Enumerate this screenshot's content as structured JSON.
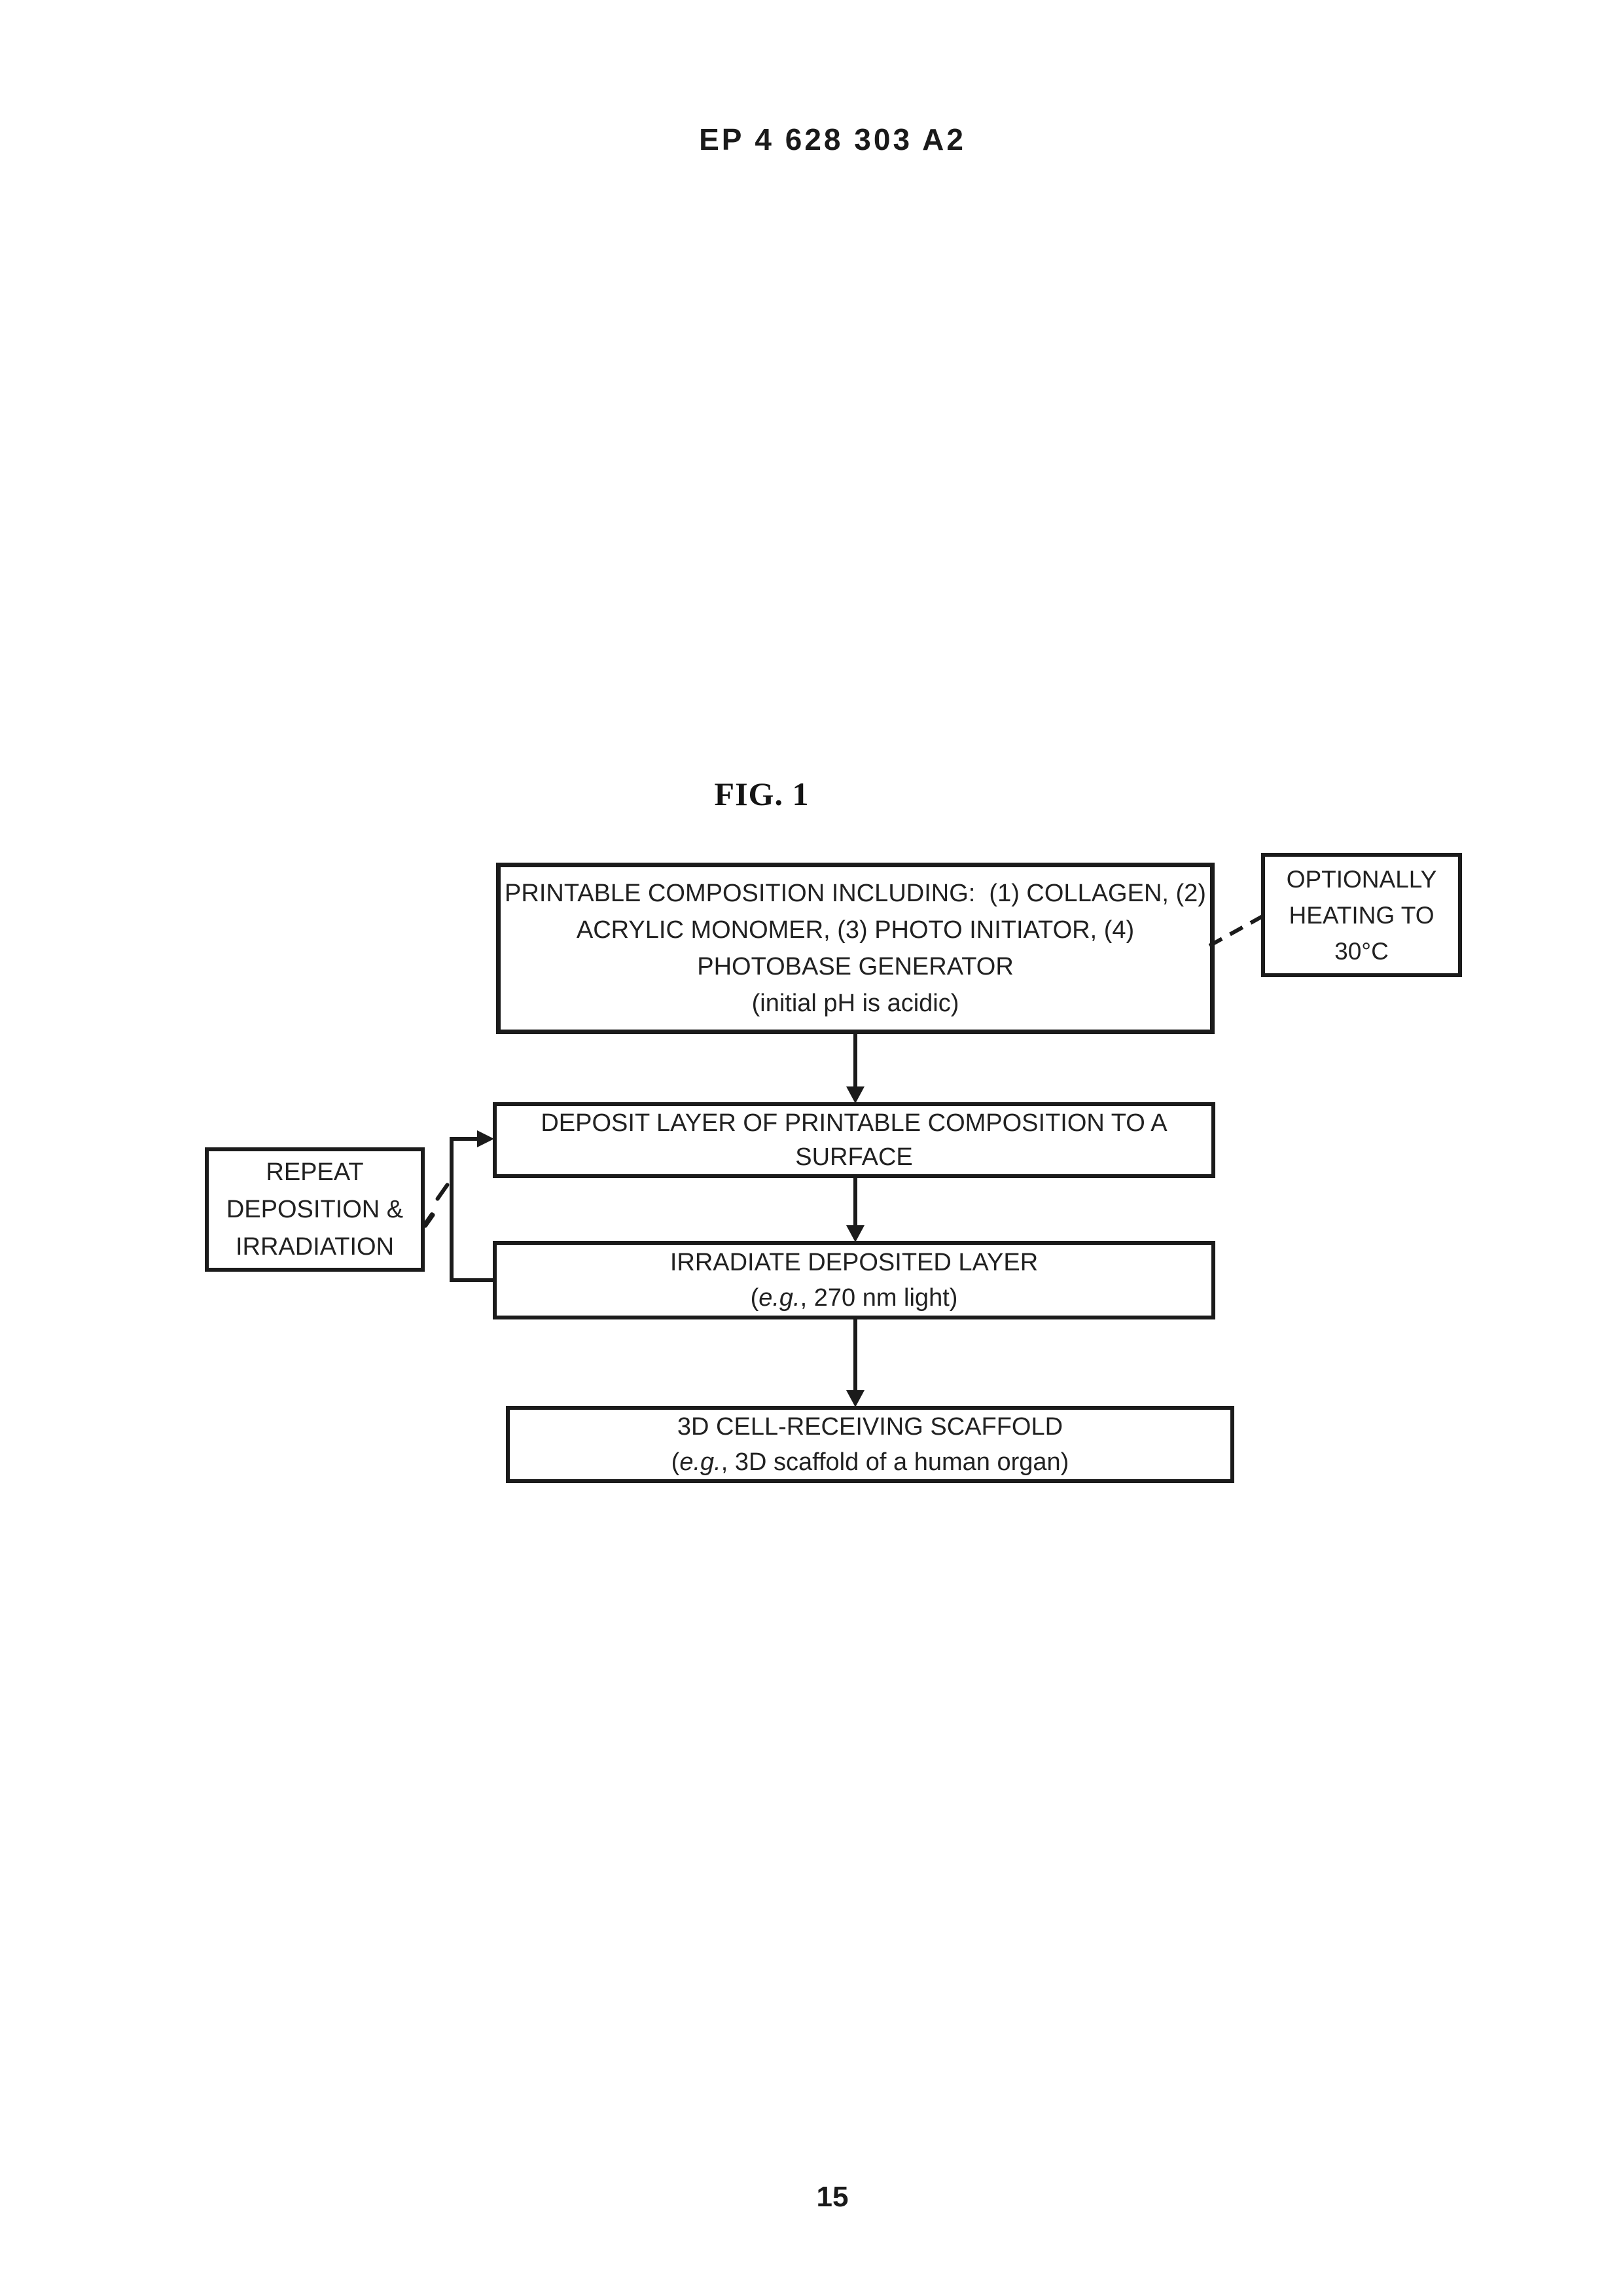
{
  "page": {
    "header": "EP 4 628 303 A2",
    "figure_label": "FIG. 1",
    "page_number": "15"
  },
  "colors": {
    "ink": "#1b1b1b",
    "background": "#ffffff"
  },
  "flowchart": {
    "printable_box": {
      "line1": "PRINTABLE COMPOSITION INCLUDING:  (1) COLLAGEN, (2)",
      "line2": "ACRYLIC MONOMER, (3) PHOTO INITIATOR, (4)",
      "line3": "PHOTOBASE GENERATOR",
      "line4": "(initial pH is acidic)"
    },
    "optional_box": {
      "line1": "OPTIONALLY",
      "line2": "HEATING TO",
      "line3": "30°C"
    },
    "deposit_box": {
      "line1": "DEPOSIT LAYER OF PRINTABLE COMPOSITION TO A",
      "line2": "SURFACE"
    },
    "repeat_box": {
      "line1": "REPEAT",
      "line2": "DEPOSITION &",
      "line3": "IRRADIATION"
    },
    "irradiate_box": {
      "line1": "IRRADIATE DEPOSITED LAYER",
      "line2_pre": "(",
      "line2_italic": "e.g.",
      "line2_post": ", 270 nm light)"
    },
    "scaffold_box": {
      "line1": "3D CELL-RECEIVING SCAFFOLD",
      "line2_pre": "(",
      "line2_italic": "e.g.",
      "line2_post": ", 3D scaffold of a human organ)"
    }
  }
}
